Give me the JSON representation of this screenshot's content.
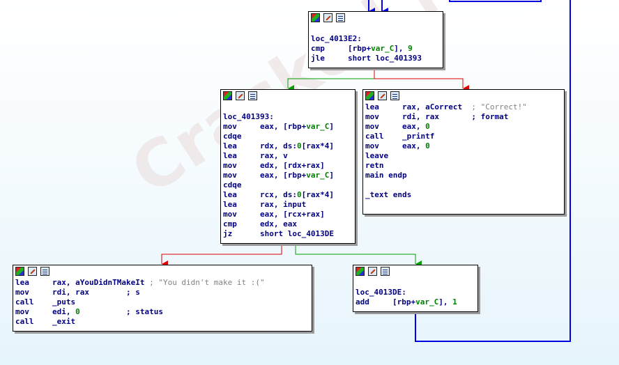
{
  "watermark": "Cracked.red",
  "nodes": {
    "n1": {
      "lines": [
        {
          "label": ""
        },
        {
          "label": "loc_4013E2:"
        },
        {
          "mn": "cmp",
          "segs": [
            {
              "t": "[rbp+",
              "c": "op"
            },
            {
              "t": "var_C",
              "c": "var"
            },
            {
              "t": "], ",
              "c": "op"
            },
            {
              "t": "9",
              "c": "num"
            }
          ]
        },
        {
          "mn": "jle",
          "segs": [
            {
              "t": "short loc_401393",
              "c": "op"
            }
          ]
        }
      ]
    },
    "n2": {
      "lines": [
        {
          "label": ""
        },
        {
          "label": "loc_401393:"
        },
        {
          "mn": "mov",
          "segs": [
            {
              "t": "eax, [rbp+",
              "c": "op"
            },
            {
              "t": "var_C",
              "c": "var"
            },
            {
              "t": "]",
              "c": "op"
            }
          ]
        },
        {
          "mn": "cdqe",
          "segs": []
        },
        {
          "mn": "lea",
          "segs": [
            {
              "t": "rdx, ds:",
              "c": "op"
            },
            {
              "t": "0",
              "c": "num"
            },
            {
              "t": "[rax*4]",
              "c": "op"
            }
          ]
        },
        {
          "mn": "lea",
          "segs": [
            {
              "t": "rax, v",
              "c": "op"
            }
          ]
        },
        {
          "mn": "mov",
          "segs": [
            {
              "t": "edx, [rdx+rax]",
              "c": "op"
            }
          ]
        },
        {
          "mn": "mov",
          "segs": [
            {
              "t": "eax, [rbp+",
              "c": "op"
            },
            {
              "t": "var_C",
              "c": "var"
            },
            {
              "t": "]",
              "c": "op"
            }
          ]
        },
        {
          "mn": "cdqe",
          "segs": []
        },
        {
          "mn": "lea",
          "segs": [
            {
              "t": "rcx, ds:",
              "c": "op"
            },
            {
              "t": "0",
              "c": "num"
            },
            {
              "t": "[rax*4]",
              "c": "op"
            }
          ]
        },
        {
          "mn": "lea",
          "segs": [
            {
              "t": "rax, input",
              "c": "op"
            }
          ]
        },
        {
          "mn": "mov",
          "segs": [
            {
              "t": "eax, [rcx+rax]",
              "c": "op"
            }
          ]
        },
        {
          "mn": "cmp",
          "segs": [
            {
              "t": "edx, eax",
              "c": "op"
            }
          ]
        },
        {
          "mn": "jz",
          "segs": [
            {
              "t": "short loc_4013DE",
              "c": "op"
            }
          ]
        }
      ]
    },
    "n3": {
      "lines": [
        {
          "mn": "lea",
          "segs": [
            {
              "t": "rax, aCorrect  ",
              "c": "op"
            },
            {
              "t": "; \"Correct!\"",
              "c": "cmt"
            }
          ]
        },
        {
          "mn": "mov",
          "segs": [
            {
              "t": "rdi, rax       ",
              "c": "op"
            },
            {
              "t": "; format",
              "c": "op"
            }
          ]
        },
        {
          "mn": "mov",
          "segs": [
            {
              "t": "eax, ",
              "c": "op"
            },
            {
              "t": "0",
              "c": "num"
            }
          ]
        },
        {
          "mn": "call",
          "segs": [
            {
              "t": "_printf",
              "c": "op"
            }
          ]
        },
        {
          "mn": "mov",
          "segs": [
            {
              "t": "eax, ",
              "c": "op"
            },
            {
              "t": "0",
              "c": "num"
            }
          ]
        },
        {
          "mn": "leave",
          "segs": []
        },
        {
          "mn": "retn",
          "segs": []
        },
        {
          "label": "main endp"
        },
        {
          "label": ""
        },
        {
          "label": "_text ends"
        }
      ]
    },
    "n4": {
      "lines": [
        {
          "mn": "lea",
          "segs": [
            {
              "t": "rax, aYouDidnTMakeIt ",
              "c": "op"
            },
            {
              "t": "; \"You didn't make it :(\"",
              "c": "cmt"
            }
          ]
        },
        {
          "mn": "mov",
          "segs": [
            {
              "t": "rdi, rax        ",
              "c": "op"
            },
            {
              "t": "; s",
              "c": "op"
            }
          ]
        },
        {
          "mn": "call",
          "segs": [
            {
              "t": "_puts",
              "c": "op"
            }
          ]
        },
        {
          "mn": "mov",
          "segs": [
            {
              "t": "edi, ",
              "c": "op"
            },
            {
              "t": "0",
              "c": "num"
            },
            {
              "t": "          ",
              "c": "op"
            },
            {
              "t": "; status",
              "c": "op"
            }
          ]
        },
        {
          "mn": "call",
          "segs": [
            {
              "t": "_exit",
              "c": "op"
            }
          ]
        }
      ]
    },
    "n5": {
      "lines": [
        {
          "label": ""
        },
        {
          "label": "loc_4013DE:"
        },
        {
          "mn": "add",
          "segs": [
            {
              "t": "[rbp+",
              "c": "op"
            },
            {
              "t": "var_C",
              "c": "var"
            },
            {
              "t": "], ",
              "c": "op"
            },
            {
              "t": "1",
              "c": "num"
            }
          ]
        }
      ]
    }
  },
  "colors": {
    "edge_true": "#00a000",
    "edge_false": "#e00000",
    "edge_uncond": "#0000e0"
  }
}
